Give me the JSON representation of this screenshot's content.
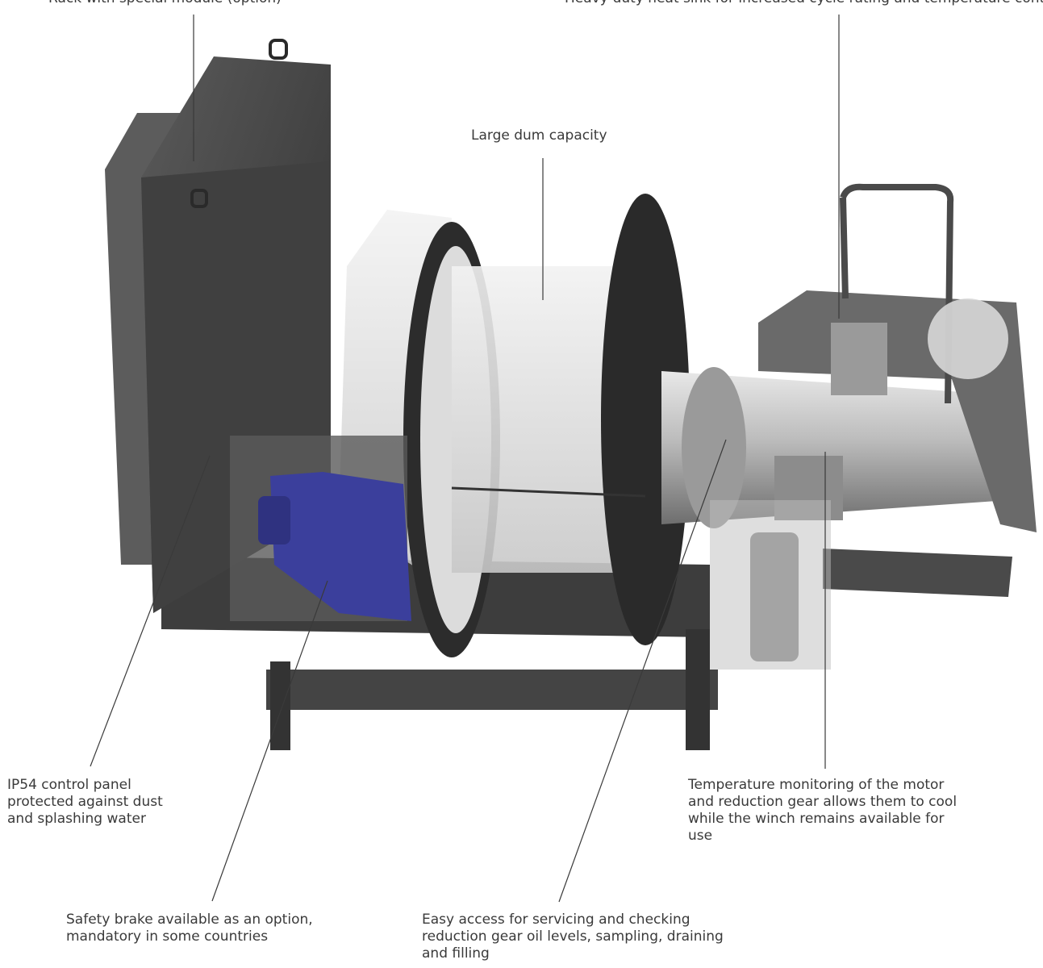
{
  "callouts": {
    "top_left": {
      "lines": [
        "Rack with special module (option)"
      ]
    },
    "top_right": {
      "lines": [
        "Heavy-duty heat sink for increased cycle rating and temperature control"
      ]
    },
    "drum": {
      "lines": [
        "Large dum capacity"
      ]
    },
    "control_panel": {
      "lines": [
        "IP54 control panel",
        "protected against dust",
        "and splashing water"
      ]
    },
    "temperature": {
      "lines": [
        "Temperature monitoring of the motor",
        "and reduction gear allows them to cool",
        "while the winch remains available for",
        "use"
      ]
    },
    "safety_brake": {
      "lines": [
        "Safety brake available as an option,",
        "mandatory in some countries"
      ]
    },
    "servicing": {
      "lines": [
        "Easy access for servicing and checking",
        "reduction gear oil levels, sampling, draining",
        "and filling"
      ]
    }
  },
  "colors": {
    "housing": "#4a4a4a",
    "housing_dark": "#2e2e2e",
    "steel": "#b4b4b4",
    "brake_blue": "#3b3f9c",
    "line": "#3a3a3a"
  }
}
